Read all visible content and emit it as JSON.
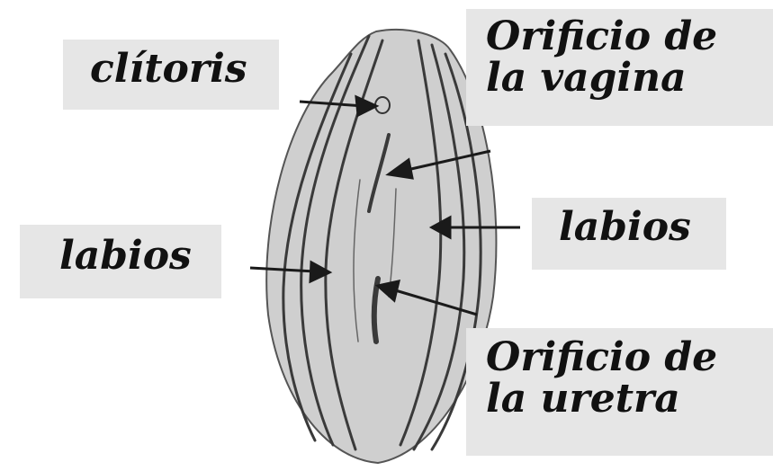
{
  "labels": {
    "clitoris": "clítoris",
    "vagina_line1": "Orificio de",
    "vagina_line2": "la vagina",
    "labios_right": "labios",
    "labios_left": "labios",
    "uretra_line1": "Orificio de",
    "uretra_line2": "la uretra"
  },
  "colors": {
    "label_background": "#e6e6e6",
    "label_text": "#111111",
    "illustration_fill": "#cfcfcf",
    "illustration_lines": "#3a3a3a",
    "arrow": "#1a1a1a"
  }
}
